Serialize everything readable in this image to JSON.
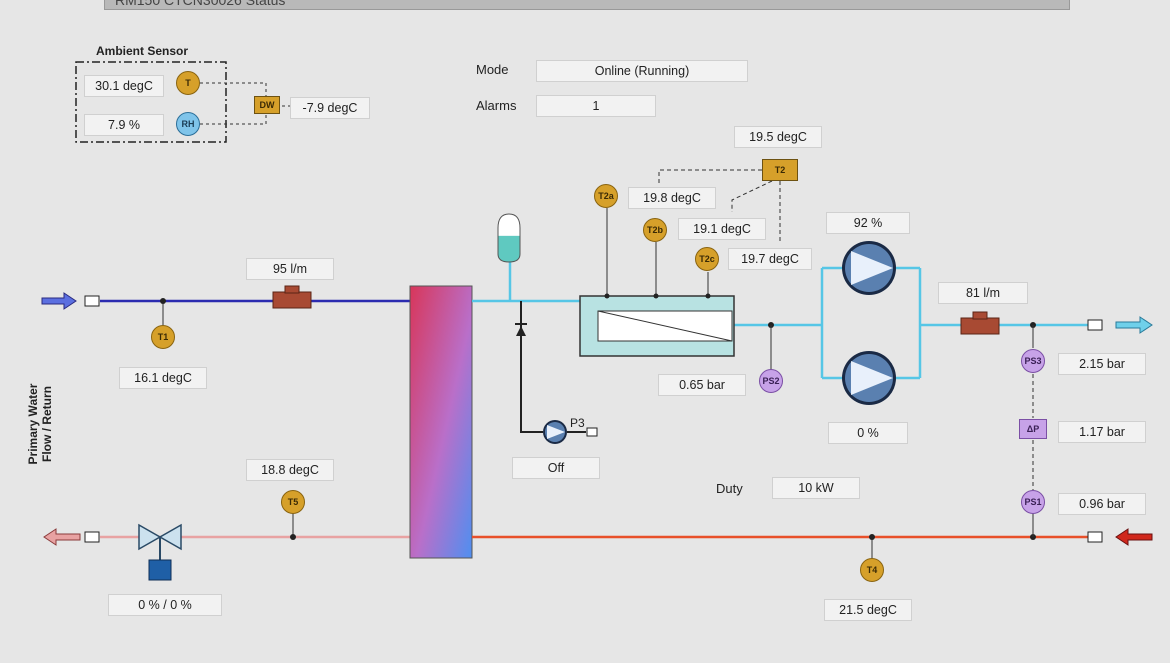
{
  "window": {
    "title": "RM150 CTCN30026 Status"
  },
  "ambient": {
    "title": "Ambient Sensor",
    "temp": "30.1 degC",
    "rh": "7.9 %",
    "dewpoint": "-7.9 degC",
    "t_label": "T",
    "rh_label": "RH",
    "dw_label": "DW"
  },
  "status": {
    "mode_label": "Mode",
    "mode_value": "Online (Running)",
    "alarms_label": "Alarms",
    "alarms_value": "1",
    "duty_label": "Duty",
    "duty_value": "10 kW"
  },
  "primary": {
    "side_label_line1": "Primary Water",
    "side_label_line2": "Flow / Return",
    "flow_in": "95 l/m",
    "t1_label": "T1",
    "t1_value": "16.1 degC",
    "t5_label": "T5",
    "t5_value": "18.8 degC",
    "valve_value": "0 % / 0 %"
  },
  "pump3": {
    "label": "P3",
    "state": "Off"
  },
  "secondary": {
    "t2_label": "T2",
    "t2_value": "19.5 degC",
    "t2a_label": "T2a",
    "t2a_value": "19.8 degC",
    "t2b_label": "T2b",
    "t2b_value": "19.1 degC",
    "t2c_label": "T2c",
    "t2c_value": "19.7 degC",
    "ps2_label": "PS2",
    "ps2_value": "0.65 bar",
    "pump_top_speed": "92 %",
    "pump_bottom_speed": "0 %",
    "flow_out": "81 l/m",
    "ps3_label": "PS3",
    "ps3_value": "2.15 bar",
    "dp_label": "ΔP",
    "dp_value": "1.17 bar",
    "ps1_label": "PS1",
    "ps1_value": "0.96 bar",
    "t4_label": "T4",
    "t4_value": "21.5 degC"
  },
  "colors": {
    "primary_flow": "#2b2bb0",
    "primary_return": "#e8a2a2",
    "secondary_flow": "#56c6e6",
    "secondary_return": "#e8502a",
    "sensor_fill": "#d6a02a",
    "pressure_fill": "#c7a2e8"
  }
}
